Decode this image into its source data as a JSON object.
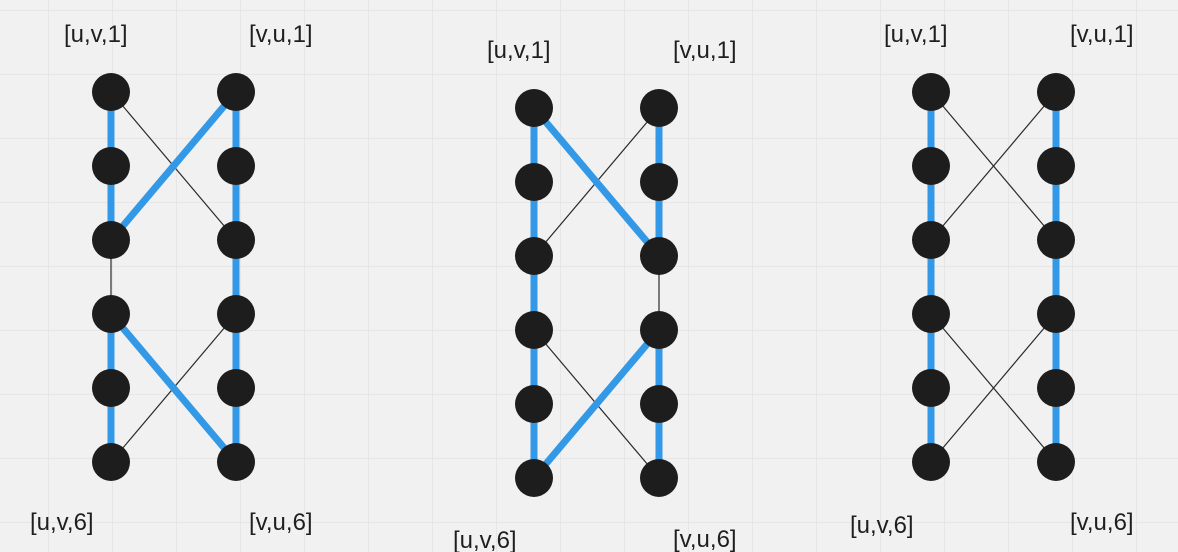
{
  "colors": {
    "background": "#f1f1f1",
    "grid": "#e6e6e6",
    "node": "#1d1d1d",
    "thick_edge": "#3399e6",
    "thin_edge": "#2a2a2a"
  },
  "diagrams": [
    {
      "labels": {
        "top_left": "[u,v,1]",
        "top_right": "[v,u,1]",
        "bottom_left": "[u,v,6]",
        "bottom_right": "[v,u,6]"
      },
      "nodes_per_column": 6,
      "thick_edges": [
        [
          "L1",
          "L2"
        ],
        [
          "L2",
          "L3"
        ],
        [
          "L4",
          "L5"
        ],
        [
          "L5",
          "L6"
        ],
        [
          "R1",
          "R2"
        ],
        [
          "R2",
          "R3"
        ],
        [
          "R3",
          "R4"
        ],
        [
          "R4",
          "R5"
        ],
        [
          "R5",
          "R6"
        ],
        [
          "L3",
          "R1"
        ],
        [
          "L4",
          "R6"
        ]
      ],
      "thin_edges": [
        [
          "L1",
          "R3"
        ],
        [
          "L3",
          "L4"
        ],
        [
          "L6",
          "R4"
        ]
      ]
    },
    {
      "labels": {
        "top_left": "[u,v,1]",
        "top_right": "[v,u,1]",
        "bottom_left": "[u,v,6]",
        "bottom_right": "[v,u,6]"
      },
      "nodes_per_column": 6,
      "thick_edges": [
        [
          "L1",
          "L2"
        ],
        [
          "L2",
          "L3"
        ],
        [
          "L3",
          "L4"
        ],
        [
          "L4",
          "L5"
        ],
        [
          "L5",
          "L6"
        ],
        [
          "R1",
          "R2"
        ],
        [
          "R2",
          "R3"
        ],
        [
          "R4",
          "R5"
        ],
        [
          "R5",
          "R6"
        ],
        [
          "L1",
          "R3"
        ],
        [
          "L6",
          "R4"
        ]
      ],
      "thin_edges": [
        [
          "L3",
          "R1"
        ],
        [
          "R3",
          "R4"
        ],
        [
          "L4",
          "R6"
        ]
      ]
    },
    {
      "labels": {
        "top_left": "[u,v,1]",
        "top_right": "[v,u,1]",
        "bottom_left": "[u,v,6]",
        "bottom_right": "[v,u,6]"
      },
      "nodes_per_column": 6,
      "thick_edges": [
        [
          "L1",
          "L2"
        ],
        [
          "L2",
          "L3"
        ],
        [
          "L3",
          "L4"
        ],
        [
          "L4",
          "L5"
        ],
        [
          "L5",
          "L6"
        ],
        [
          "R1",
          "R2"
        ],
        [
          "R2",
          "R3"
        ],
        [
          "R3",
          "R4"
        ],
        [
          "R4",
          "R5"
        ],
        [
          "R5",
          "R6"
        ]
      ],
      "thin_edges": [
        [
          "L1",
          "R3"
        ],
        [
          "L3",
          "R1"
        ],
        [
          "L4",
          "R6"
        ],
        [
          "L6",
          "R4"
        ]
      ]
    }
  ]
}
